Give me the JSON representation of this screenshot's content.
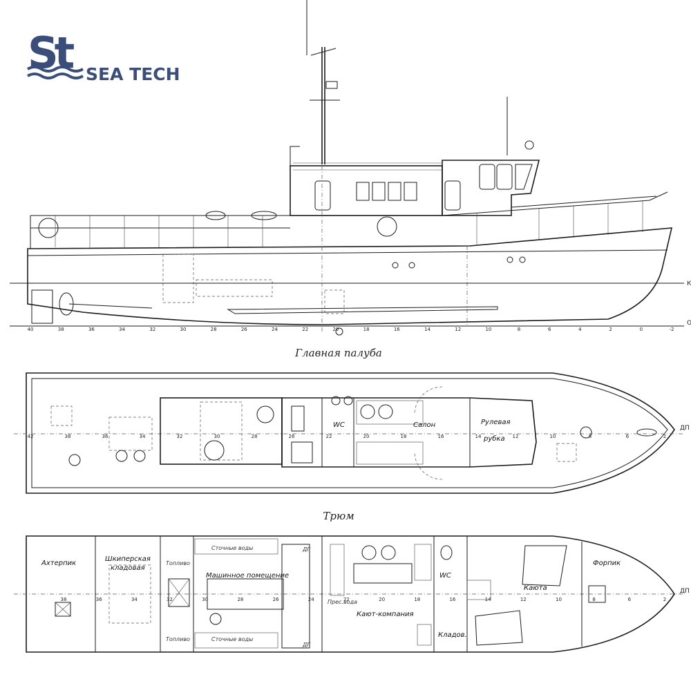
{
  "logo": {
    "monogram": "St",
    "name": "SEA TECH",
    "color": "#3b4e7a"
  },
  "profile": {
    "waterline_label": "К",
    "baseline_label": "О",
    "frame_numbers": [
      "40",
      "38",
      "36",
      "34",
      "32",
      "30",
      "28",
      "26",
      "24",
      "22",
      "20",
      "18",
      "16",
      "14",
      "12",
      "10",
      "8",
      "6",
      "4",
      "2",
      "0",
      "-2"
    ]
  },
  "main_deck": {
    "title": "Главная палуба",
    "centerline_label": "ДП",
    "frame_numbers": [
      "42",
      "38",
      "36",
      "34",
      "32",
      "30",
      "28",
      "26",
      "22",
      "20",
      "18",
      "16",
      "14",
      "12",
      "10",
      "8",
      "6",
      "2"
    ],
    "rooms": {
      "wc": "WC",
      "salon": "Салон",
      "wheelhouse_line1": "Рулевая",
      "wheelhouse_line2": "рубка"
    }
  },
  "hold": {
    "title": "Трюм",
    "centerline_label": "ДП",
    "frame_numbers": [
      "38",
      "36",
      "34",
      "32",
      "30",
      "28",
      "26",
      "24",
      "22",
      "20",
      "18",
      "16",
      "14",
      "12",
      "10",
      "8",
      "6",
      "2"
    ],
    "rooms": {
      "aft_peak": "Ахтерпик",
      "skipper_store_line1": "Шкиперская",
      "skipper_store_line2": "кладовая",
      "engine_room": "Машинное помещение",
      "fuel_top": "Топливо",
      "fuel_bottom": "Топливо",
      "wastewater_top": "Сточные воды",
      "wastewater_bottom": "Сточные воды",
      "dg_top": "ДГ",
      "dg_bottom": "ДГ",
      "fresh_water": "Прес.вода",
      "mess": "Кают-компания",
      "wc": "WC",
      "pantry": "Кладов.",
      "cabin": "Каюта",
      "fore_peak": "Форпик"
    }
  }
}
